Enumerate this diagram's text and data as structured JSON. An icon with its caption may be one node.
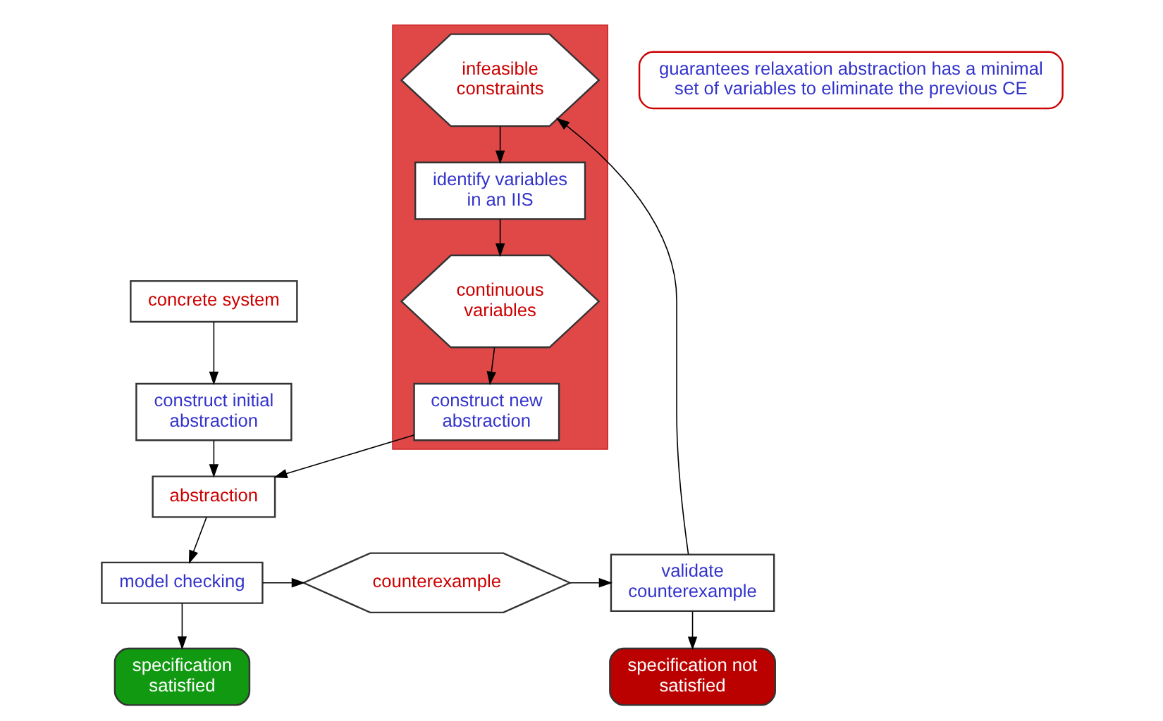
{
  "diagram": {
    "nodes": [
      {
        "text": [
          "concrete system"
        ]
      },
      {
        "text": [
          "construct initial abstraction"
        ]
      },
      {
        "text": [
          "abstraction"
        ]
      },
      {
        "text": [
          "model checking"
        ]
      },
      {
        "text": [
          "counterexample"
        ]
      },
      {
        "text": [
          "validate counterexample"
        ]
      },
      {
        "text": [
          "specification satisfied"
        ]
      },
      {
        "text": [
          "specification not satisfied"
        ]
      },
      {
        "text": [
          "guarantees relaxation abstraction has a minimal set of variables to eliminate the previous CE"
        ]
      },
      {
        "text": [],
        "shape": "box"
      },
      {
        "text": [
          "continuous variables"
        ],
        "in": 9
      },
      {
        "text": [
          "identify variables in an IIS"
        ],
        "in": 9
      },
      {
        "text": [
          "construct new abstraction"
        ],
        "in": 9
      },
      {
        "text": [
          "infeasible constraints"
        ],
        "in": 9
      }
    ],
    "edges": [
      {
        "from": 0,
        "to": 1,
        "arrow": "to"
      },
      {
        "from": 1,
        "to": 2,
        "arrow": "to"
      },
      {
        "from": 2,
        "to": 3,
        "arrow": "to"
      },
      {
        "from": 3,
        "to": 4,
        "arrow": "to"
      },
      {
        "from": 4,
        "to": 5,
        "arrow": "to"
      },
      {
        "from": 3,
        "to": 6,
        "arrow": "to"
      },
      {
        "from": 5,
        "to": 7,
        "arrow": "to"
      },
      {
        "from": 5,
        "to": 13,
        "arrow": "to"
      },
      {
        "from": 13,
        "to": 11,
        "arrow": "to"
      },
      {
        "from": 11,
        "to": 10,
        "arrow": "to"
      },
      {
        "from": 10,
        "to": 12,
        "arrow": "to"
      },
      {
        "from": 12,
        "to": 2,
        "arrow": "to"
      }
    ]
  }
}
